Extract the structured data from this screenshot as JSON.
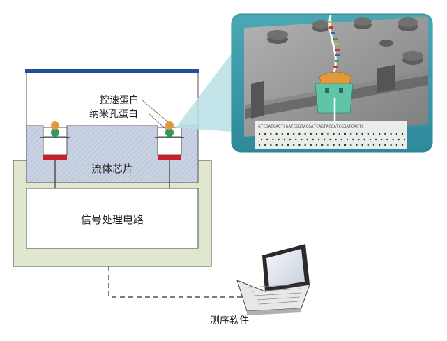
{
  "labels": {
    "motor_protein": "控速蛋白",
    "nanopore_protein": "纳米孔蛋白",
    "fluidic_chip": "流体芯片",
    "signal_circuit": "信号处理电路",
    "software": "测序软件"
  },
  "dna_strip": {
    "sequence": "GTCGATCAGTCGATCGGTACGATCAGTACGATCGGATCAGTC"
  },
  "colors": {
    "chip_fill": "#c9d2e3",
    "circuit_board": "#dfe7cf",
    "cap_bar": "#1f4e9c",
    "electrode": "#cc1f2a",
    "callout": "#b8e0e6",
    "inset_bg": "#3a9aaa",
    "inset_surface": "#9c9c9c",
    "pore_green": "#5fc4a8",
    "motor_orange": "#e09a3a"
  }
}
